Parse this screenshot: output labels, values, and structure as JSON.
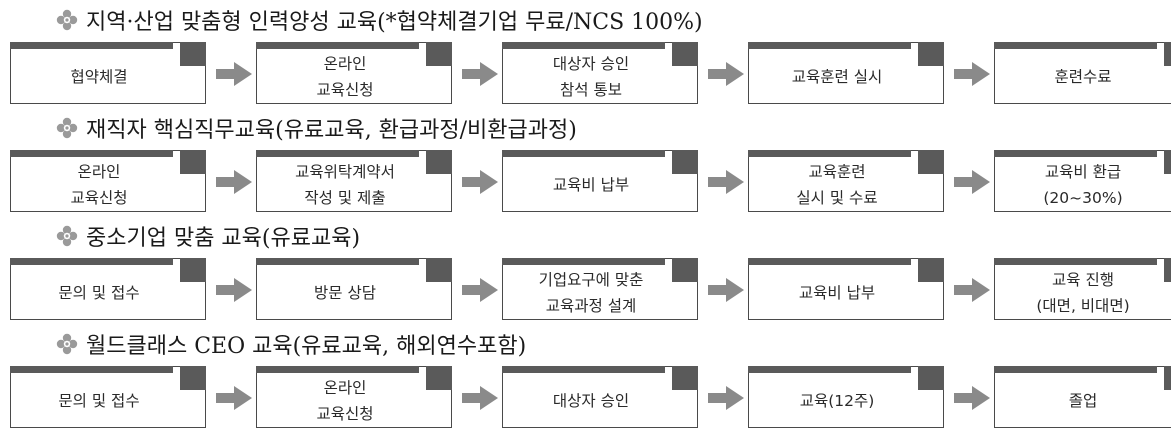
{
  "sections": [
    {
      "title": "지역·산업 맞춤형 인력양성 교육(*협약체결기업 무료/NCS 100%)",
      "steps": [
        {
          "lines": [
            "협약체결"
          ]
        },
        {
          "lines": [
            "온라인",
            "교육신청"
          ]
        },
        {
          "lines": [
            "대상자 승인",
            "참석 통보"
          ]
        },
        {
          "lines": [
            "교육훈련 실시"
          ]
        },
        {
          "lines": [
            "훈련수료"
          ]
        }
      ]
    },
    {
      "title": "재직자 핵심직무교육(유료교육, 환급과정/비환급과정)",
      "steps": [
        {
          "lines": [
            "온라인",
            "교육신청"
          ]
        },
        {
          "lines": [
            "교육위탁계약서",
            "작성 및 제출"
          ]
        },
        {
          "lines": [
            "교육비 납부"
          ]
        },
        {
          "lines": [
            "교육훈련",
            "실시 및 수료"
          ]
        },
        {
          "lines": [
            "교육비 환급",
            "(20~30%)"
          ]
        }
      ]
    },
    {
      "title": "중소기업 맞춤 교육(유료교육)",
      "steps": [
        {
          "lines": [
            "문의 및 접수"
          ]
        },
        {
          "lines": [
            "방문 상담"
          ]
        },
        {
          "lines": [
            "기업요구에 맞춘",
            "교육과정 설계"
          ]
        },
        {
          "lines": [
            "교육비 납부"
          ]
        },
        {
          "lines": [
            "교육 진행",
            "(대면, 비대면)"
          ]
        }
      ]
    },
    {
      "title": "월드클래스 CEO 교육(유료교육, 해외연수포함)",
      "steps": [
        {
          "lines": [
            "문의 및 접수"
          ]
        },
        {
          "lines": [
            "온라인",
            "교육신청"
          ]
        },
        {
          "lines": [
            "대상자 승인"
          ]
        },
        {
          "lines": [
            "교육(12주)"
          ]
        },
        {
          "lines": [
            "졸업"
          ]
        }
      ]
    }
  ],
  "icons": {
    "bullet": "flower-bullet-icon",
    "connector": "right-arrow-icon"
  },
  "colors": {
    "box_border": "#4a4a4a",
    "box_tab": "#5a5a5a",
    "arrow": "#8a8a8a",
    "text": "#222222"
  }
}
